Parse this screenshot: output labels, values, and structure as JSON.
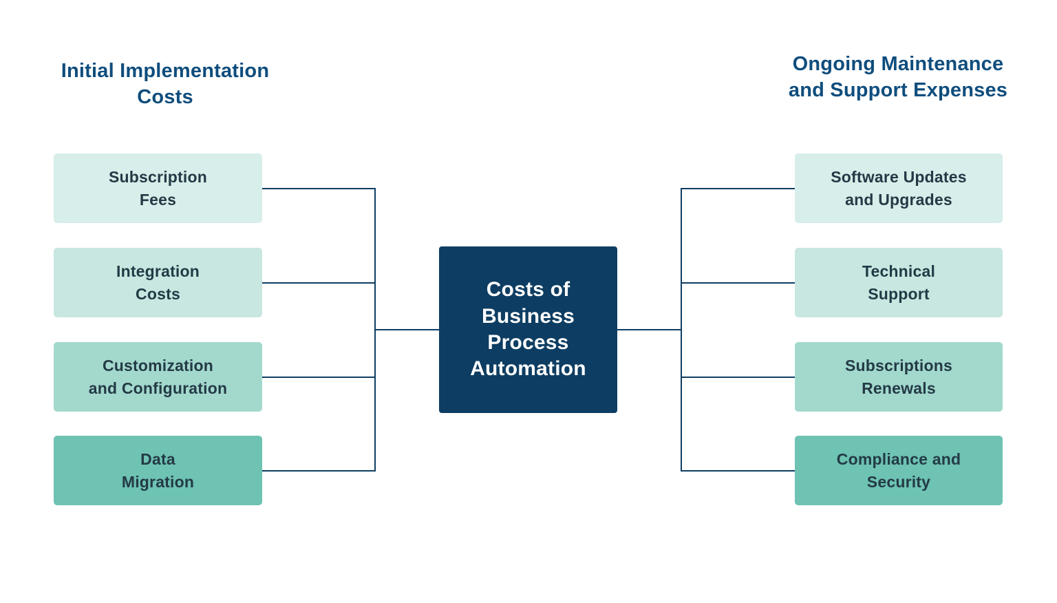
{
  "diagram": {
    "center": {
      "label": "Costs of\nBusiness\nProcess\nAutomation"
    },
    "left": {
      "header": "Initial Implementation\nCosts",
      "items": [
        {
          "label": "Subscription\nFees",
          "bg": "#d7eeea"
        },
        {
          "label": "Integration\nCosts",
          "bg": "#c7e7e0"
        },
        {
          "label": "Customization\nand Configuration",
          "bg": "#a3d9cd"
        },
        {
          "label": "Data\nMigration",
          "bg": "#6ec3b3"
        }
      ]
    },
    "right": {
      "header": "Ongoing Maintenance\nand Support Expenses",
      "items": [
        {
          "label": "Software Updates\nand Upgrades",
          "bg": "#d7eeea"
        },
        {
          "label": "Technical\nSupport",
          "bg": "#c7e7e0"
        },
        {
          "label": "Subscriptions\nRenewals",
          "bg": "#a3d9cd"
        },
        {
          "label": "Compliance and\nSecurity",
          "bg": "#6ec3b3"
        }
      ]
    },
    "colors": {
      "center_bg": "#0d3d62",
      "center_text": "#ffffff",
      "header_text": "#0f4d7d",
      "box_text": "#233a46",
      "connector": "#0d3d62",
      "background": "#ffffff"
    }
  }
}
